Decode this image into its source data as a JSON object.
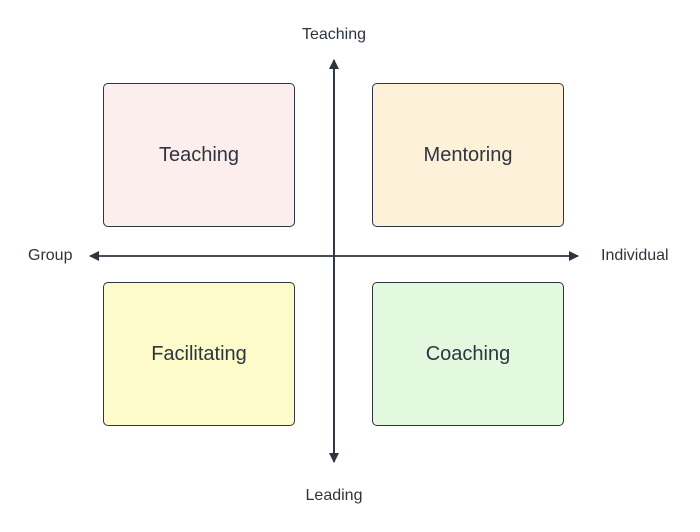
{
  "axes": {
    "top": "Teaching",
    "bottom": "Leading",
    "left": "Group",
    "right": "Individual"
  },
  "quadrants": [
    {
      "label": "Teaching",
      "color": "#fdeeee"
    },
    {
      "label": "Mentoring",
      "color": "#fef1d9"
    },
    {
      "label": "Facilitating",
      "color": "#fcfbc9"
    },
    {
      "label": "Coaching",
      "color": "#e2f9e0"
    }
  ],
  "colors": {
    "stroke": "#2d3540",
    "text": "#2d3540"
  }
}
